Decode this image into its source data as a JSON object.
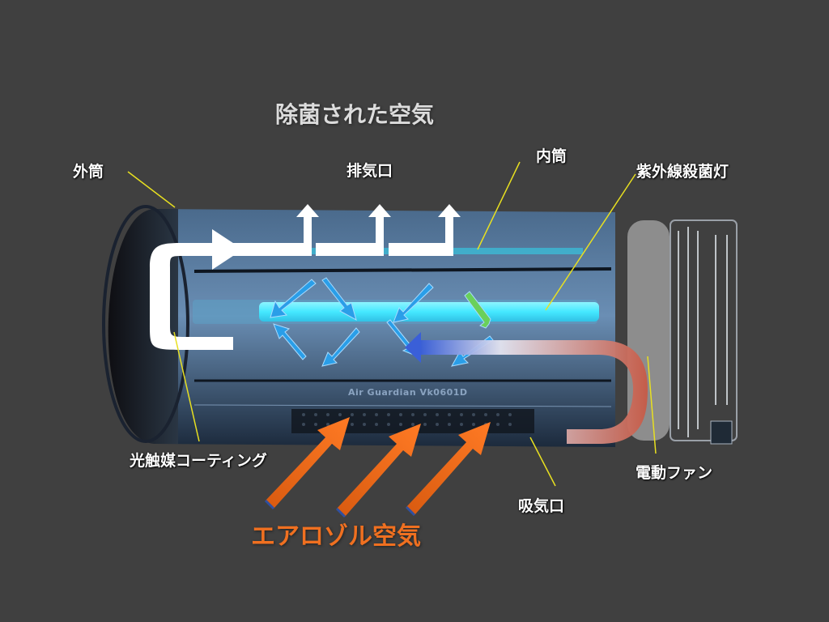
{
  "title": "除菌された空気",
  "device_model": "Air Guardian Vk0601D",
  "labels": {
    "outer_tube": "外筒",
    "exhaust": "排気口",
    "inner_tube": "内筒",
    "uv_lamp": "紫外線殺菌灯",
    "photocatalyst": "光触媒コーティング",
    "intake": "吸気口",
    "fan": "電動ファン",
    "aerosol_air": "エアロゾル空気"
  },
  "colors": {
    "background": "#404040",
    "label_text": "#ffffff",
    "leader_line": "#e8e020",
    "aerosol": "#f07020",
    "uv_glow": "#30e0ff",
    "internal_arrow": "#2a9ee8",
    "airflow_white": "#ffffff",
    "heated_flow": "#c85a4a"
  }
}
